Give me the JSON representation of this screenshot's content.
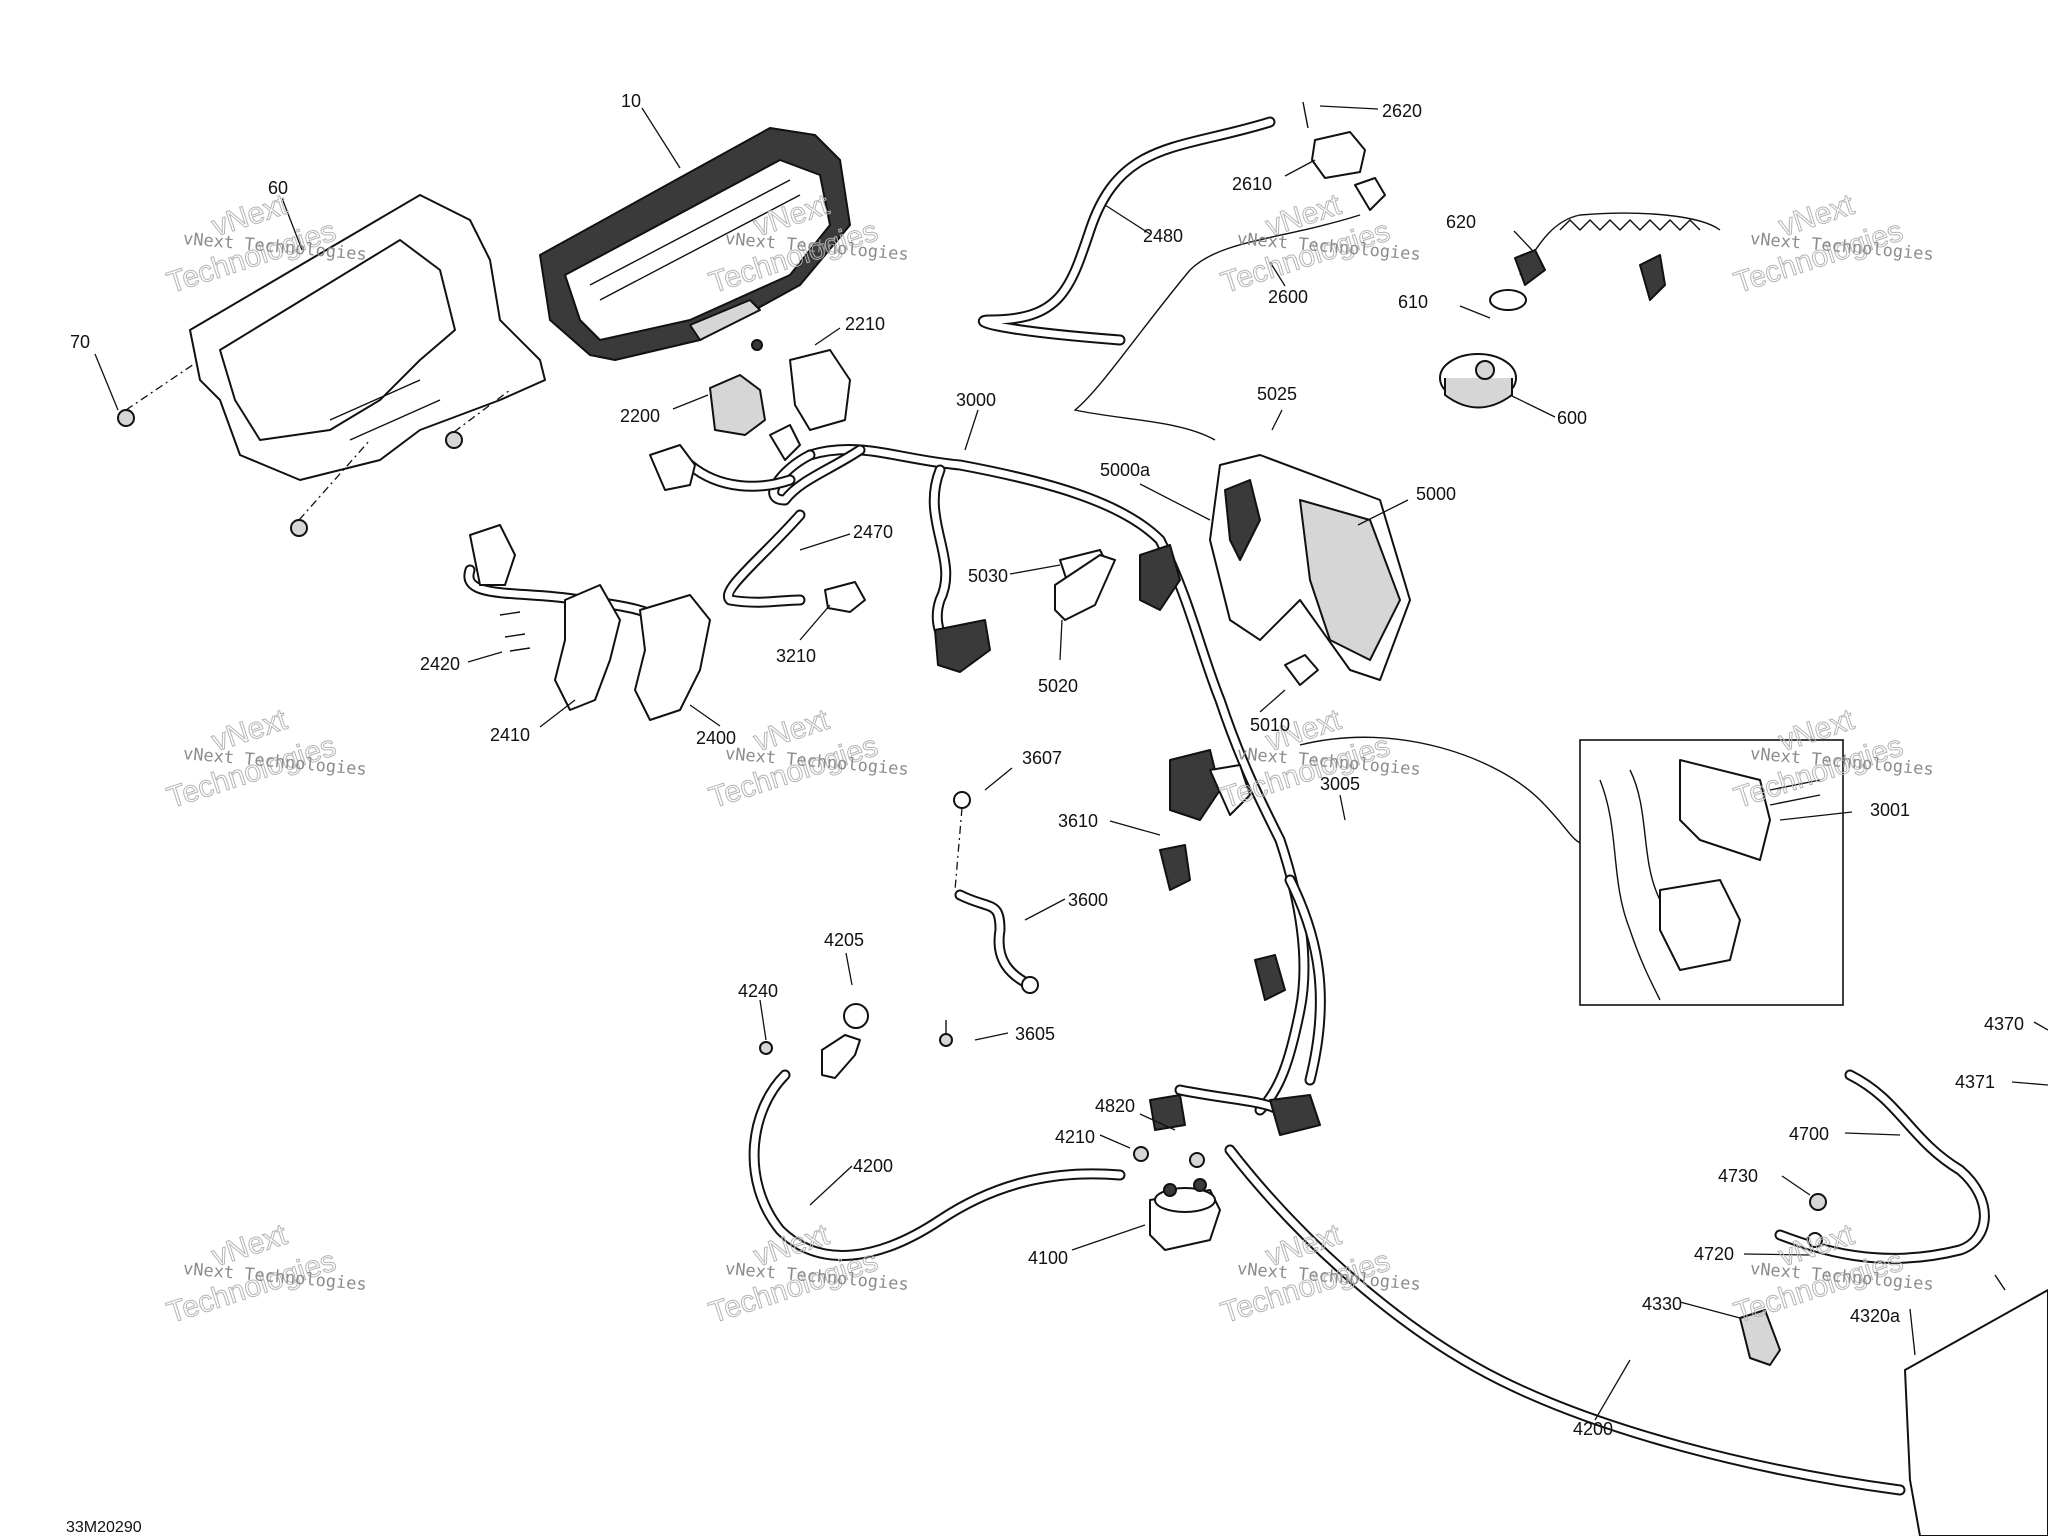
{
  "drawing_ref": "33M20290",
  "watermark": {
    "line1": "vNext Technologies",
    "line2": "vNext",
    "line3": "Technologies"
  },
  "callouts": [
    {
      "id": "c-10",
      "label": "10"
    },
    {
      "id": "c-60",
      "label": "60"
    },
    {
      "id": "c-70",
      "label": "70"
    },
    {
      "id": "c-2620",
      "label": "2620"
    },
    {
      "id": "c-2610",
      "label": "2610"
    },
    {
      "id": "c-2480",
      "label": "2480"
    },
    {
      "id": "c-2600",
      "label": "2600"
    },
    {
      "id": "c-620",
      "label": "620"
    },
    {
      "id": "c-610",
      "label": "610"
    },
    {
      "id": "c-600",
      "label": "600"
    },
    {
      "id": "c-2210",
      "label": "2210"
    },
    {
      "id": "c-2200",
      "label": "2200"
    },
    {
      "id": "c-3000",
      "label": "3000"
    },
    {
      "id": "c-5025",
      "label": "5025"
    },
    {
      "id": "c-5000a",
      "label": "5000a"
    },
    {
      "id": "c-5000",
      "label": "5000"
    },
    {
      "id": "c-2470",
      "label": "2470"
    },
    {
      "id": "c-5030",
      "label": "5030"
    },
    {
      "id": "c-3210",
      "label": "3210"
    },
    {
      "id": "c-2420",
      "label": "2420"
    },
    {
      "id": "c-2410",
      "label": "2410"
    },
    {
      "id": "c-2400",
      "label": "2400"
    },
    {
      "id": "c-5020",
      "label": "5020"
    },
    {
      "id": "c-5010",
      "label": "5010"
    },
    {
      "id": "c-3607",
      "label": "3607"
    },
    {
      "id": "c-3005",
      "label": "3005"
    },
    {
      "id": "c-3610",
      "label": "3610"
    },
    {
      "id": "c-3001",
      "label": "3001"
    },
    {
      "id": "c-3600",
      "label": "3600"
    },
    {
      "id": "c-4205",
      "label": "4205"
    },
    {
      "id": "c-4240",
      "label": "4240"
    },
    {
      "id": "c-3605",
      "label": "3605"
    },
    {
      "id": "c-4370",
      "label": "4370"
    },
    {
      "id": "c-4371",
      "label": "4371"
    },
    {
      "id": "c-4820",
      "label": "4820"
    },
    {
      "id": "c-4210",
      "label": "4210"
    },
    {
      "id": "c-4700",
      "label": "4700"
    },
    {
      "id": "c-4200-a",
      "label": "4200"
    },
    {
      "id": "c-4730",
      "label": "4730"
    },
    {
      "id": "c-4100",
      "label": "4100"
    },
    {
      "id": "c-4720",
      "label": "4720"
    },
    {
      "id": "c-4330",
      "label": "4330"
    },
    {
      "id": "c-4320a",
      "label": "4320a"
    },
    {
      "id": "c-4200-b",
      "label": "4200"
    }
  ]
}
